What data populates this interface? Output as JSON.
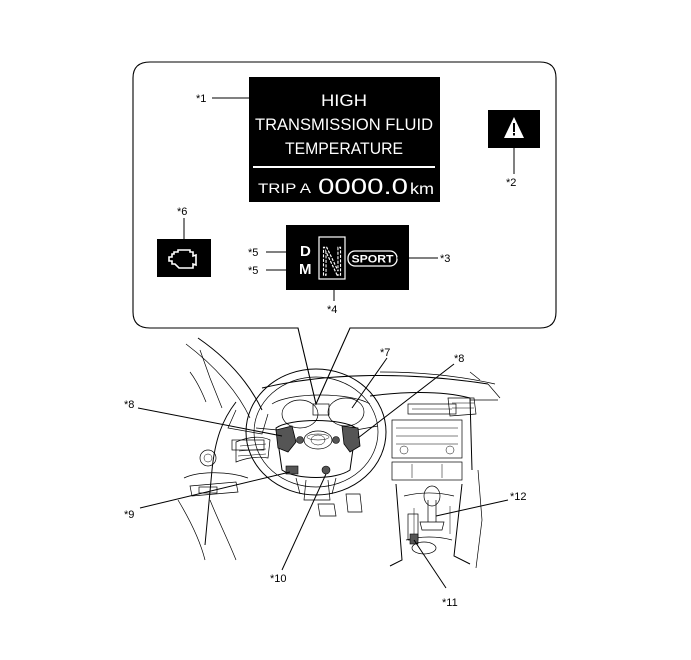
{
  "display": {
    "message_line1": "HIGH",
    "message_line2": "TRANSMISSION FLUID",
    "message_line3": "TEMPERATURE",
    "trip_label": "TRIP A",
    "trip_value": "0000.0",
    "trip_unit": "km"
  },
  "shift_indicator": {
    "mode_d": "D",
    "mode_m": "M",
    "gear": "N",
    "sport_badge": "SPORT"
  },
  "callouts": {
    "c1": "*1",
    "c2": "*2",
    "c3": "*3",
    "c4": "*4",
    "c5a": "*5",
    "c5b": "*5",
    "c6": "*6",
    "c7": "*7",
    "c8_left": "*8",
    "c8_right": "*8",
    "c9": "*9",
    "c10": "*10",
    "c11": "*11",
    "c12": "*12"
  },
  "icons": {
    "warning": "warning-triangle-icon",
    "engine": "check-engine-icon"
  }
}
